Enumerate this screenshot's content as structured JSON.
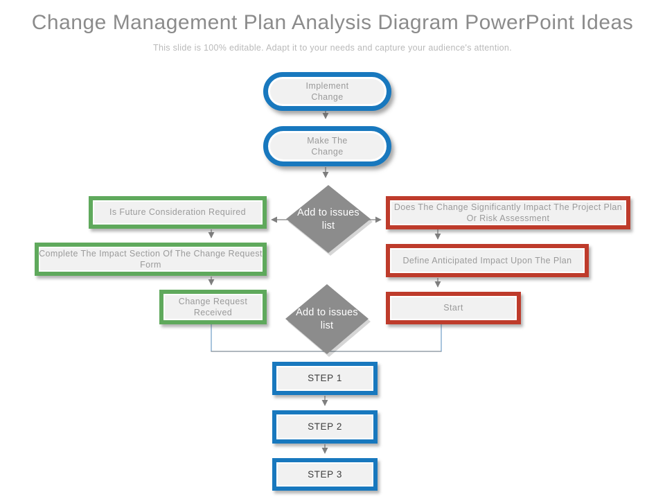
{
  "slide": {
    "title": "Change Management Plan Analysis Diagram PowerPoint Ideas",
    "subtitle": "This slide is 100% editable. Adapt it to your needs and capture your audience's attention."
  },
  "colors": {
    "blue_accent": "#1878BE",
    "green_accent": "#5FA95C",
    "red_accent": "#BE3B2B",
    "diamond_gray": "#8C8C8C",
    "node_fill": "#F1F1F1",
    "node_text": "#9A9A9A",
    "connector_gray": "#7F7F7F",
    "bracket_blue": "#6F9CC6"
  },
  "nodes": {
    "implement_change": {
      "label": "Implement Change",
      "shape": "pill",
      "accent": "#1878BE"
    },
    "make_the_change": {
      "label": "Make The Change",
      "shape": "pill",
      "accent": "#1878BE"
    },
    "decision_top": {
      "label": "Add to issues list",
      "shape": "diamond",
      "accent": "#8C8C8C"
    },
    "is_future_consideration": {
      "label": "Is Future Consideration Required",
      "shape": "rect",
      "accent": "#5FA95C"
    },
    "does_change_impact": {
      "label": "Does The Change Significantly Impact The Project Plan Or Risk Assessment",
      "shape": "rect",
      "accent": "#BE3B2B"
    },
    "complete_impact_section": {
      "label": "Complete The Impact Section Of The Change Request Form",
      "shape": "rect",
      "accent": "#5FA95C"
    },
    "define_anticipated_impact": {
      "label": "Define Anticipated Impact Upon The Plan",
      "shape": "rect",
      "accent": "#BE3B2B"
    },
    "change_request_received": {
      "label": "Change Request Received",
      "shape": "rect",
      "accent": "#5FA95C"
    },
    "start": {
      "label": "Start",
      "shape": "rect",
      "accent": "#BE3B2B"
    },
    "decision_bottom": {
      "label": "Add to issues list",
      "shape": "diamond",
      "accent": "#8C8C8C"
    },
    "step_1": {
      "label": "STEP 1",
      "shape": "rect",
      "accent": "#1878BE"
    },
    "step_2": {
      "label": "STEP 2",
      "shape": "rect",
      "accent": "#1878BE"
    },
    "step_3": {
      "label": "STEP 3",
      "shape": "rect",
      "accent": "#1878BE"
    }
  }
}
